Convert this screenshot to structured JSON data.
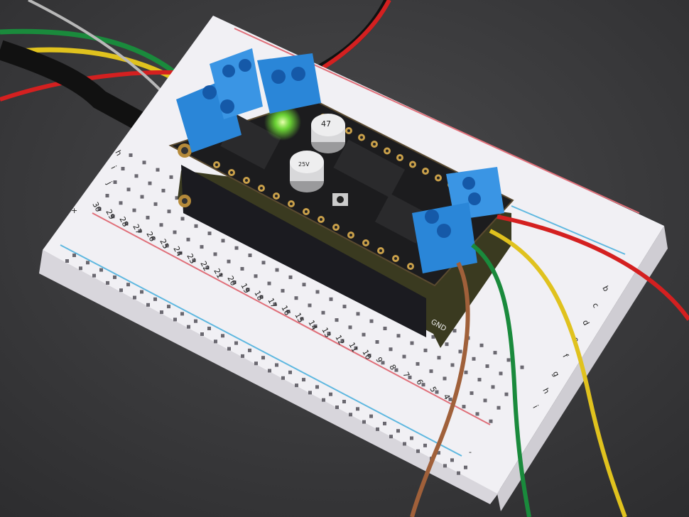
{
  "scene": {
    "background_color": "#3b3b3d",
    "breadboard_color": "#f1f0f4",
    "rail_red": "#e0707a",
    "rail_blue": "#5fb8e0",
    "pcb_color": "#1c1c1e",
    "terminal_color": "#2a86d8",
    "led_color": "#7dff3a"
  },
  "breadboard": {
    "row_numbers": [
      "30",
      "29",
      "28",
      "27",
      "26",
      "25",
      "24",
      "23",
      "22",
      "21",
      "20",
      "19",
      "18",
      "17",
      "16",
      "15",
      "14",
      "13",
      "12",
      "11",
      "10",
      "9",
      "8",
      "7",
      "6",
      "5",
      "4"
    ],
    "column_letters_near": [
      "j",
      "i",
      "h"
    ],
    "column_letters_far": [
      "b",
      "c",
      "d",
      "e",
      "f",
      "g",
      "h",
      "i"
    ],
    "rail_plus": "+",
    "rail_minus": "-"
  },
  "pcb": {
    "gnd_label": "GND",
    "capacitor_value": "47",
    "capacitor_voltage": "25V"
  },
  "wires": [
    {
      "name": "green",
      "color": "#1a8a3c"
    },
    {
      "name": "yellow",
      "color": "#e0c21e"
    },
    {
      "name": "red",
      "color": "#d42020"
    },
    {
      "name": "brown",
      "color": "#a0603a"
    },
    {
      "name": "gray",
      "color": "#b8b8b8"
    },
    {
      "name": "black",
      "color": "#111111"
    }
  ]
}
